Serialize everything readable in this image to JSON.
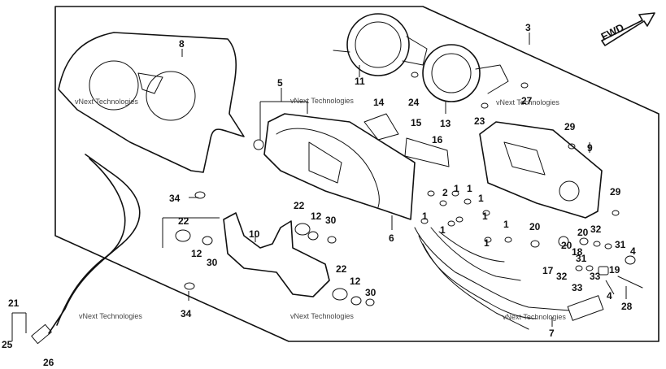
{
  "watermarks": [
    "vNext Technologies",
    "vNext Technologies",
    "vNext Technologies",
    "vNext Technologies",
    "vNext Technologies",
    "vNext Technologies"
  ],
  "direction_label": "FWD",
  "callouts": [
    "1",
    "1",
    "1",
    "1",
    "1",
    "1",
    "1",
    "1",
    "2",
    "3",
    "4",
    "4",
    "5",
    "6",
    "7",
    "8",
    "9",
    "10",
    "11",
    "12",
    "12",
    "12",
    "13",
    "14",
    "15",
    "16",
    "17",
    "18",
    "19",
    "20",
    "20",
    "20",
    "21",
    "22",
    "22",
    "22",
    "23",
    "24",
    "25",
    "26",
    "27",
    "28",
    "29",
    "29",
    "30",
    "30",
    "30",
    "31",
    "31",
    "32",
    "32",
    "33",
    "33",
    "34",
    "34"
  ]
}
